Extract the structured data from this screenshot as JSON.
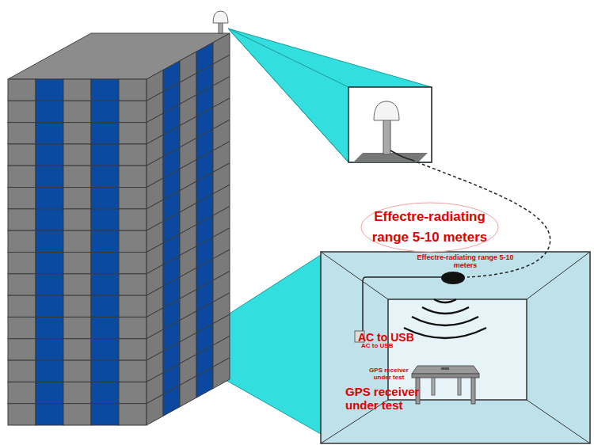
{
  "diagram": {
    "nodes": [
      {
        "text": [
          "Effectre-radiating range 5-10 meters"
        ]
      }
    ],
    "labels": [
      "Effectre-radiating range 5-10 meters",
      "AC to USB",
      "AC to USB",
      "GPS receiver under test",
      "GPS receiver under test"
    ]
  }
}
